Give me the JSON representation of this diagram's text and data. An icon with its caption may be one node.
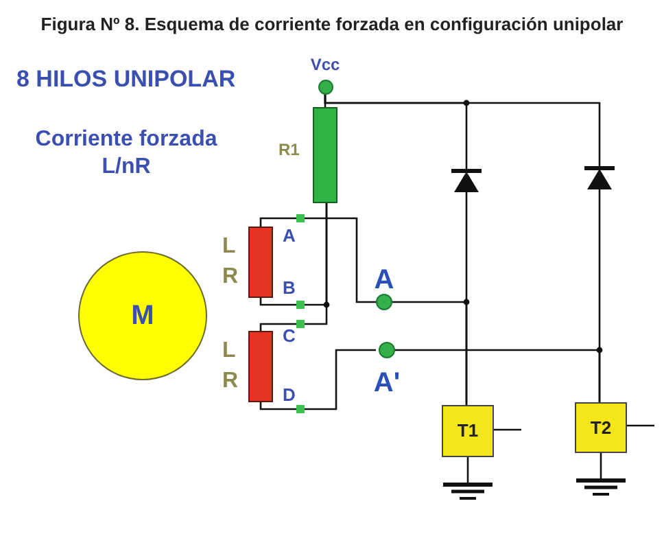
{
  "diagram": {
    "title": "Figura Nº 8. Esquema de corriente forzada en configuración unipolar",
    "nodes": [
      {
        "text": [
          "Vcc"
        ]
      },
      {
        "text": [
          "R1"
        ]
      },
      {
        "text": [
          "L",
          "R"
        ]
      },
      {
        "text": [
          "L",
          "R"
        ]
      },
      {
        "text": [
          "M"
        ]
      },
      {
        "text": [
          "A"
        ]
      },
      {
        "text": [
          "A'"
        ]
      },
      {
        "text": [],
        "shape": "diode"
      },
      {
        "text": [],
        "shape": "diode"
      },
      {
        "text": [
          "T1"
        ]
      },
      {
        "text": [
          "T2"
        ]
      }
    ],
    "edges": [
      {
        "from": 0,
        "to": 1,
        "arrow": "none"
      },
      {
        "from": 0,
        "to": 7,
        "arrow": "none"
      },
      {
        "from": 0,
        "to": 8,
        "arrow": "none"
      },
      {
        "from": 1,
        "to": 2,
        "arrow": "none"
      },
      {
        "from": 1,
        "to": 3,
        "arrow": "none"
      },
      {
        "from": 2,
        "to": 5,
        "arrow": "none"
      },
      {
        "from": 3,
        "to": 6,
        "arrow": "none"
      },
      {
        "from": 5,
        "to": 9,
        "arrow": "none"
      },
      {
        "from": 7,
        "to": 9,
        "arrow": "none"
      },
      {
        "from": 6,
        "to": 10,
        "arrow": "none"
      },
      {
        "from": 8,
        "to": 10,
        "arrow": "none"
      }
    ],
    "labels": [
      "8 HILOS UNIPOLAR",
      "Corriente forzada L/nR",
      "A",
      "B",
      "C",
      "D"
    ]
  }
}
